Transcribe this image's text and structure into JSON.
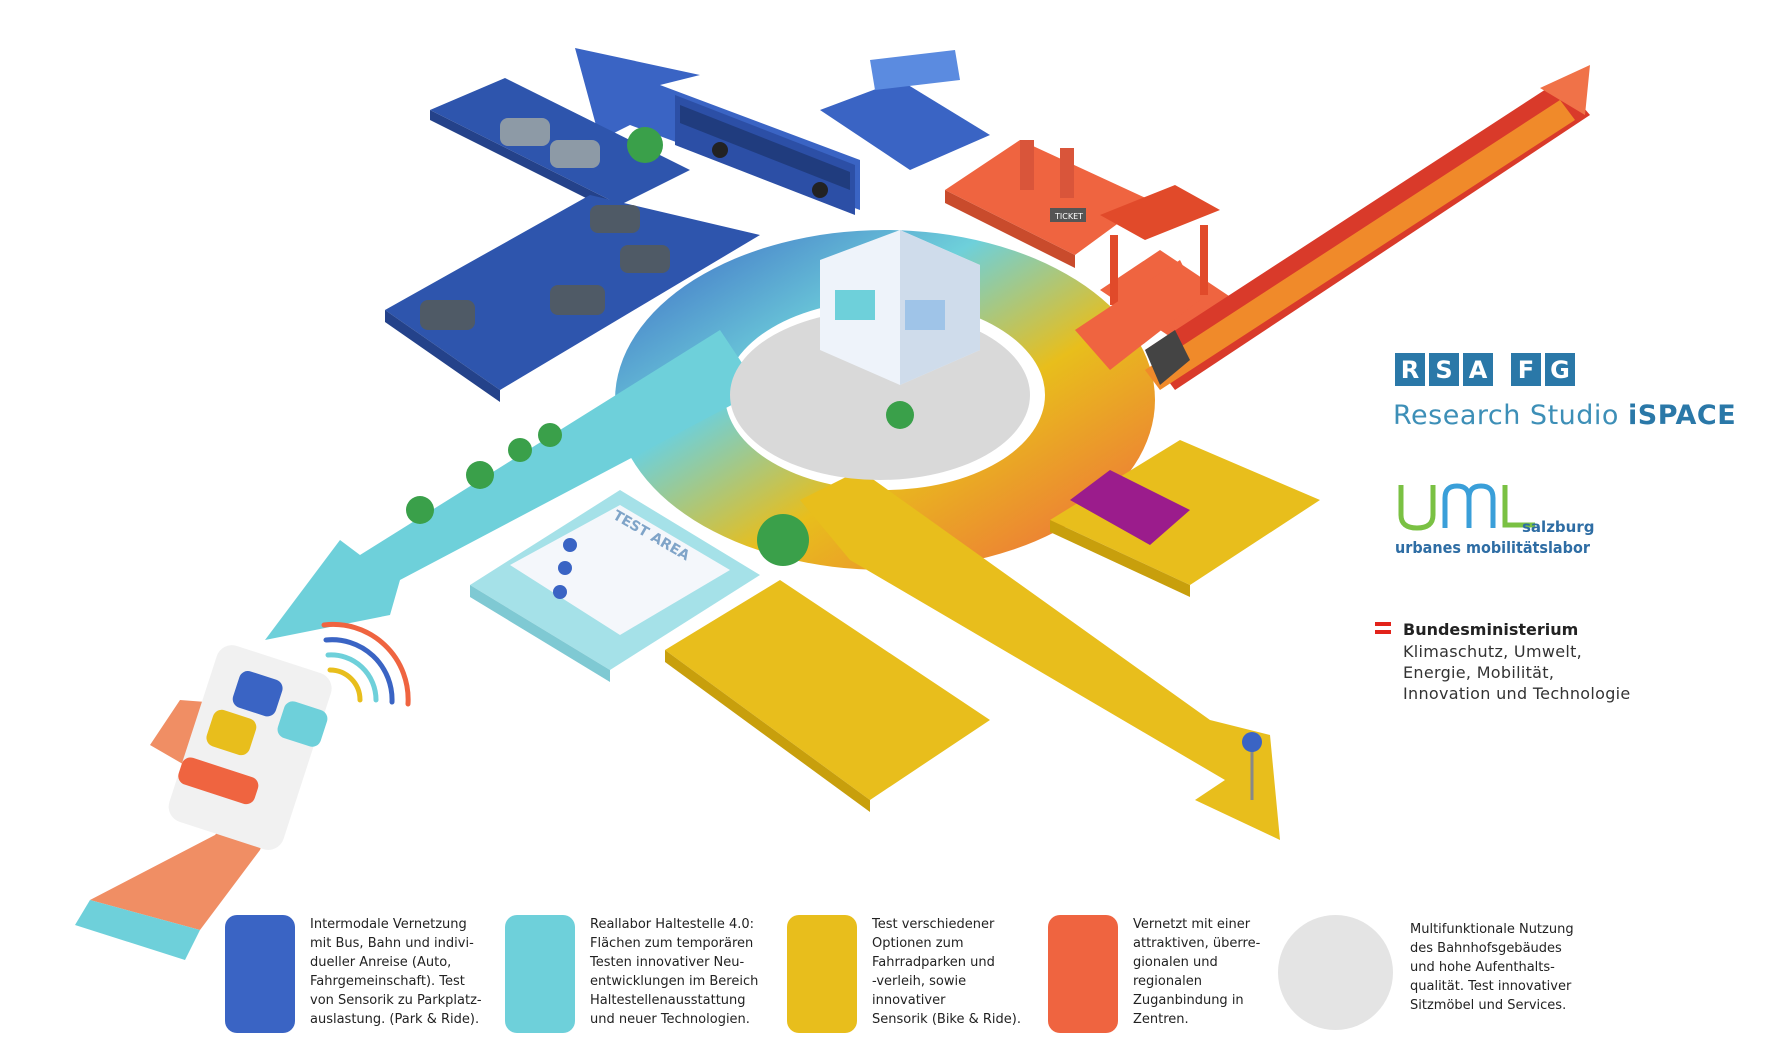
{
  "brand": {
    "rsa_letters": [
      "R",
      "S",
      "A",
      "F",
      "G"
    ],
    "studio_prefix": "Research Studio ",
    "studio_bold": "iSPACE",
    "uml_logo": "uml",
    "uml_city": "salzburg",
    "uml_subtitle": "urbanes mobilitätslabor",
    "ministry_title": "Bundesministerium",
    "ministry_lines": [
      "Klimaschutz, Umwelt,",
      "Energie, Mobilität,",
      "Innovation und Technologie"
    ]
  },
  "scene_labels": {
    "test_area": "TEST AREA",
    "ticket": "TICKET"
  },
  "legend": [
    {
      "color": "#3a64c4",
      "text": "Intermodale Vernetzung\nmit Bus, Bahn und indivi-\ndueller Anreise (Auto,\nFahrgemeinschaft). Test\nvon Sensorik zu Parkplatz-\nauslastung. (Park & Ride)."
    },
    {
      "color": "#6ed0da",
      "text": "Reallabor Haltestelle 4.0:\nFlächen zum temporären\nTesten innovativer Neu-\nentwicklungen im Bereich\nHaltestellenausstattung\nund neuer Technologien."
    },
    {
      "color": "#e8be1c",
      "text": "Test verschiedener\nOptionen zum\nFahrradparken und\n-verleih, sowie\ninnovativer\nSensorik (Bike & Ride)."
    },
    {
      "color": "#ef6440",
      "text": "Vernetzt mit einer\nattraktiven, überre-\ngionalen und\nregionalen\nZuganbindung in\nZentren."
    },
    {
      "color": "#e4e4e4",
      "text": "Multifunktionale Nutzung\ndes Bahnhofsgebäudes\nund hohe Aufenthalts-\nqualität. Test innovativer\nSitzmöbel und Services."
    }
  ],
  "colors": {
    "blue": "#3a64c4",
    "cyan": "#6ed0da",
    "yellow": "#e8be1c",
    "orange": "#ef6440",
    "grey": "#e4e4e4",
    "brand_blue": "#2a78a8",
    "uml_green": "#7ac143"
  }
}
